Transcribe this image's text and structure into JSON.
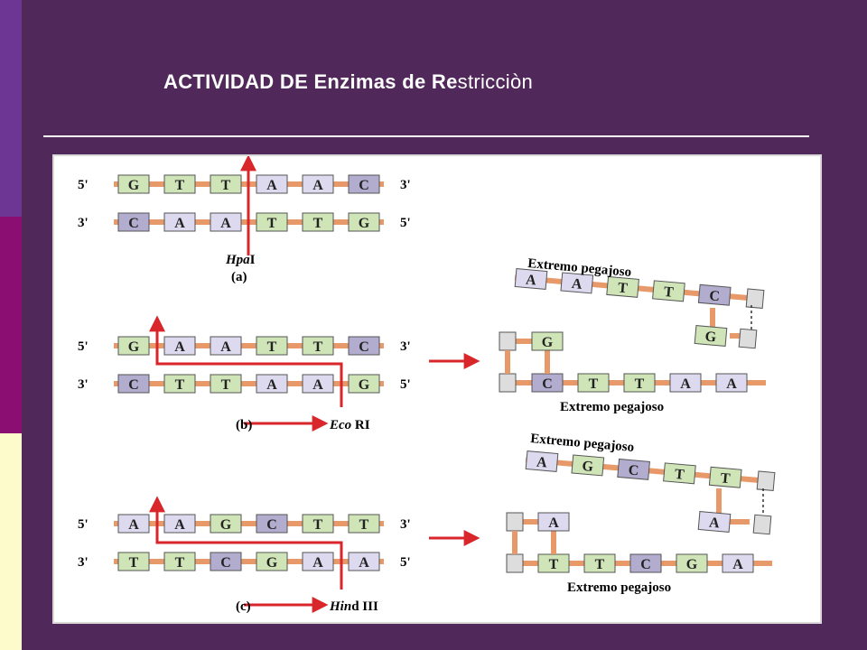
{
  "title": {
    "part1": "ACTIVIDAD DE  Enzimas de Re",
    "part2": "stricciòn"
  },
  "colors": {
    "background": "#51285a",
    "sidebar": [
      "#6d3695",
      "#8b0e72",
      "#fdfbcb"
    ],
    "purine_box": "#ddd9ee",
    "pyrimidine_box": "#cfe5b8",
    "dark_box": "#b2acce",
    "linker": "#e8996a",
    "arrow": "#d8262a"
  },
  "panel_a": {
    "top_strand": {
      "left": "5'",
      "right": "3'",
      "bases": [
        "G",
        "T",
        "T",
        "A",
        "A",
        "C"
      ]
    },
    "bottom_strand": {
      "left": "3'",
      "right": "5'",
      "bases": [
        "C",
        "A",
        "A",
        "T",
        "T",
        "G"
      ]
    },
    "enzyme": "Hpa",
    "enzyme_suffix": "I",
    "label": "(a)"
  },
  "panel_b": {
    "top_strand": {
      "left": "5'",
      "right": "3'",
      "bases": [
        "G",
        "A",
        "A",
        "T",
        "T",
        "C"
      ]
    },
    "bottom_strand": {
      "left": "3'",
      "right": "5'",
      "bases": [
        "C",
        "T",
        "T",
        "A",
        "A",
        "G"
      ]
    },
    "label": "(b)",
    "enzyme": "Eco",
    "enzyme_suffix": " RI",
    "fragment_top": {
      "label": "Extremo pegajoso",
      "bases": [
        "A",
        "A",
        "T",
        "T",
        "C"
      ],
      "bottom_bases": [
        "G"
      ]
    },
    "fragment_bottom": {
      "label": "Extremo pegajoso",
      "top_bases": [
        "G"
      ],
      "bases": [
        "C",
        "T",
        "T",
        "A",
        "A"
      ]
    }
  },
  "panel_c": {
    "top_strand": {
      "left": "5'",
      "right": "3'",
      "bases": [
        "A",
        "A",
        "G",
        "C",
        "T",
        "T"
      ]
    },
    "bottom_strand": {
      "left": "3'",
      "right": "5'",
      "bases": [
        "T",
        "T",
        "C",
        "G",
        "A",
        "A"
      ]
    },
    "label": "(c)",
    "enzyme": "Hin",
    "enzyme_suffix": "d III",
    "fragment_top": {
      "label": "Extremo pegajoso",
      "bases": [
        "A",
        "G",
        "C",
        "T",
        "T"
      ],
      "bottom_bases": [
        "A"
      ]
    },
    "fragment_bottom": {
      "label": "Extremo pegajoso",
      "top_bases": [
        "A"
      ],
      "bases": [
        "T",
        "T",
        "C",
        "G",
        "A"
      ]
    }
  }
}
